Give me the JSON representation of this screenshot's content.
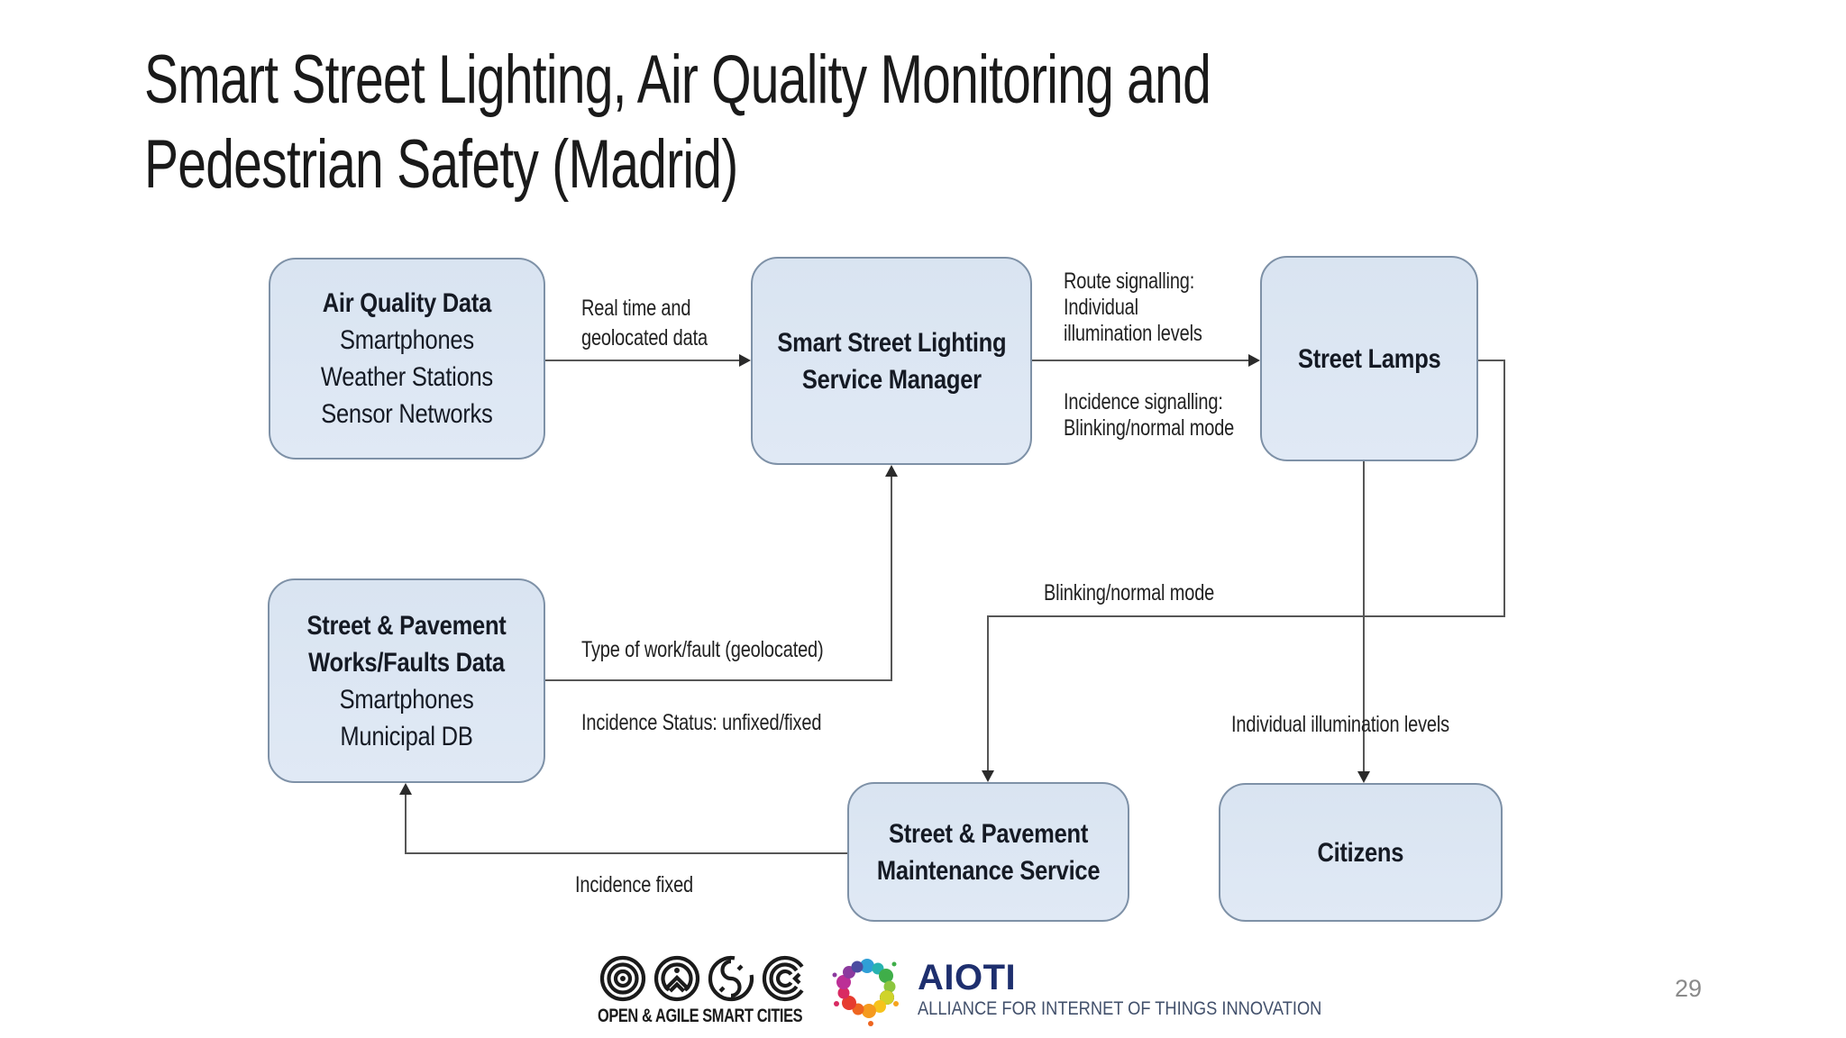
{
  "slide": {
    "title": "Smart Street Lighting, Air Quality Monitoring and\nPedestrian Safety (Madrid)",
    "page_number": "29"
  },
  "nodes": {
    "air_quality": {
      "title": "Air Quality Data",
      "items": [
        "Smartphones",
        "Weather Stations",
        "Sensor Networks"
      ]
    },
    "service_manager": {
      "title": "Smart Street Lighting\nService Manager"
    },
    "street_lamps": {
      "title": "Street Lamps"
    },
    "works_faults": {
      "title": "Street & Pavement\nWorks/Faults Data",
      "items": [
        "Smartphones",
        "Municipal DB"
      ]
    },
    "maintenance": {
      "title": "Street & Pavement\nMaintenance Service"
    },
    "citizens": {
      "title": "Citizens"
    }
  },
  "edge_labels": {
    "real_time": "Real time and\ngeolocated data",
    "route_signalling": "Route signalling:\nIndividual\nillumination levels",
    "incidence_signalling": "Incidence signalling:\nBlinking/normal mode",
    "type_of_work": "Type of work/fault (geolocated)",
    "incidence_status": "Incidence Status: unfixed/fixed",
    "blinking_normal": "Blinking/normal mode",
    "individual_illumination": "Individual illumination levels",
    "incidence_fixed": "Incidence fixed"
  },
  "footer": {
    "oasc_caption": "OPEN & AGILE SMART CITIES",
    "aioti_name": "AIOTI",
    "aioti_tagline": "ALLIANCE FOR INTERNET OF THINGS INNOVATION"
  },
  "colors": {
    "node_fill": "#dce7f3",
    "node_border": "#7e91a7",
    "node_text": "#151a24",
    "connector": "#565656",
    "arrowhead": "#2b2b2b",
    "label_text": "#212121",
    "title_text": "#1a1a1a",
    "aioti_blue": "#1e2f6e",
    "aioti_tagline_gray": "#42506b",
    "oasc_black": "#1b1b1b",
    "page_number_gray": "#8a8a8a"
  }
}
